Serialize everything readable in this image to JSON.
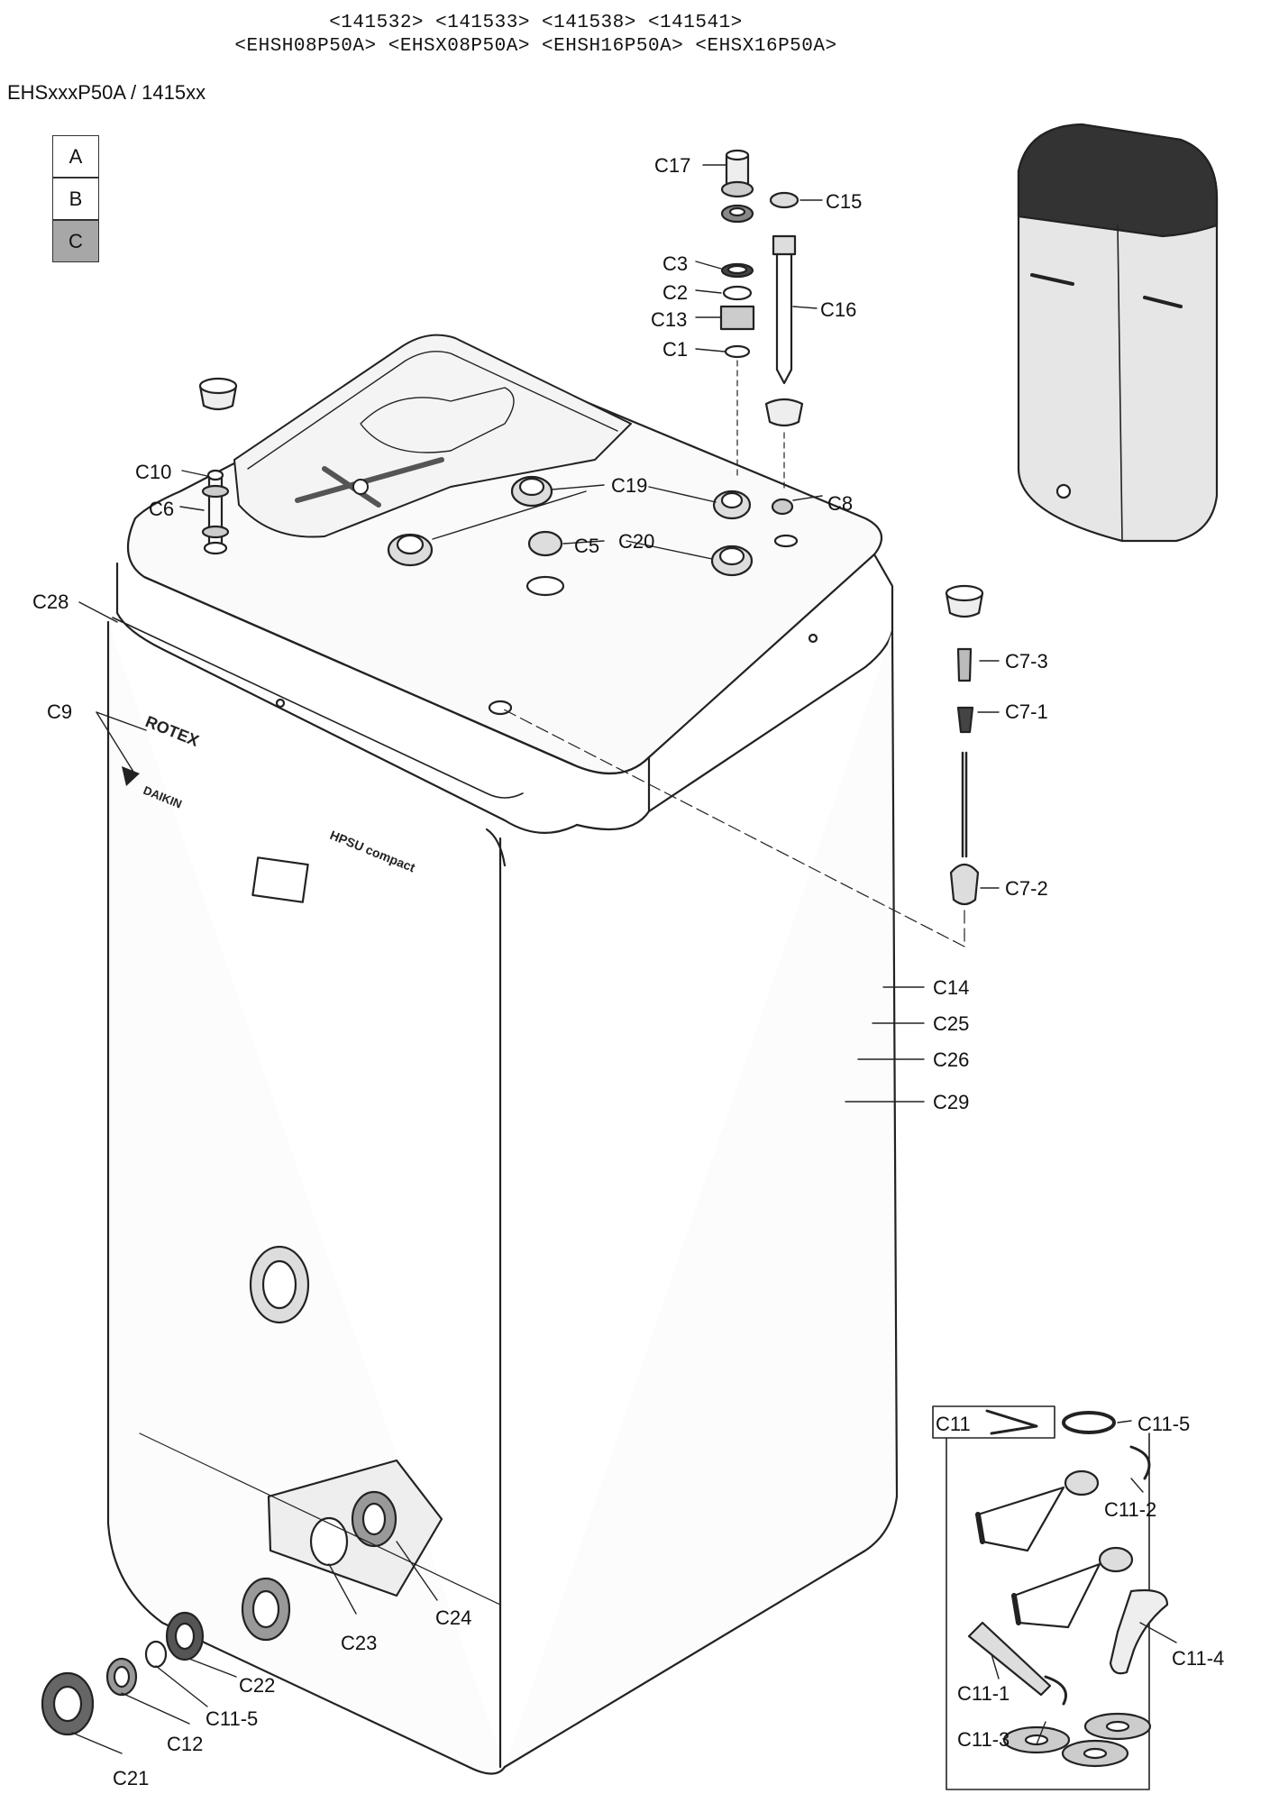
{
  "header": {
    "model_numbers": "<141532> <141533> <141538> <141541>",
    "model_codes": "<EHSH08P50A> <EHSX08P50A> <EHSH16P50A> <EHSX16P50A>",
    "series": "EHSxxxP50A / 1415xx"
  },
  "legend": {
    "a": "A",
    "b": "B",
    "c": "C"
  },
  "colors": {
    "legend_c_fill": "#a7a7a7",
    "line": "#222222"
  },
  "brands": {
    "rotex": "ROTEX",
    "daikin": "DAIKIN",
    "product": "HPSU compact"
  },
  "labels": {
    "c17": "C17",
    "c15": "C15",
    "c3": "C3",
    "c2": "C2",
    "c13": "C13",
    "c1": "C1",
    "c16": "C16",
    "c10": "C10",
    "c6": "C6",
    "c19": "C19",
    "c8": "C8",
    "c5": "C5",
    "c20": "C20",
    "c28": "C28",
    "c9": "C9",
    "c7_3": "C7-3",
    "c7_1": "C7-1",
    "c7_2": "C7-2",
    "c14": "C14",
    "c25": "C25",
    "c26": "C26",
    "c29": "C29",
    "c11": "C11",
    "c11_5a": "C11-5",
    "c11_2": "C11-2",
    "c11_4": "C11-4",
    "c11_1": "C11-1",
    "c11_3": "C11-3",
    "c24": "C24",
    "c23": "C23",
    "c22": "C22",
    "c11_5b": "C11-5",
    "c12": "C12",
    "c21": "C21"
  }
}
